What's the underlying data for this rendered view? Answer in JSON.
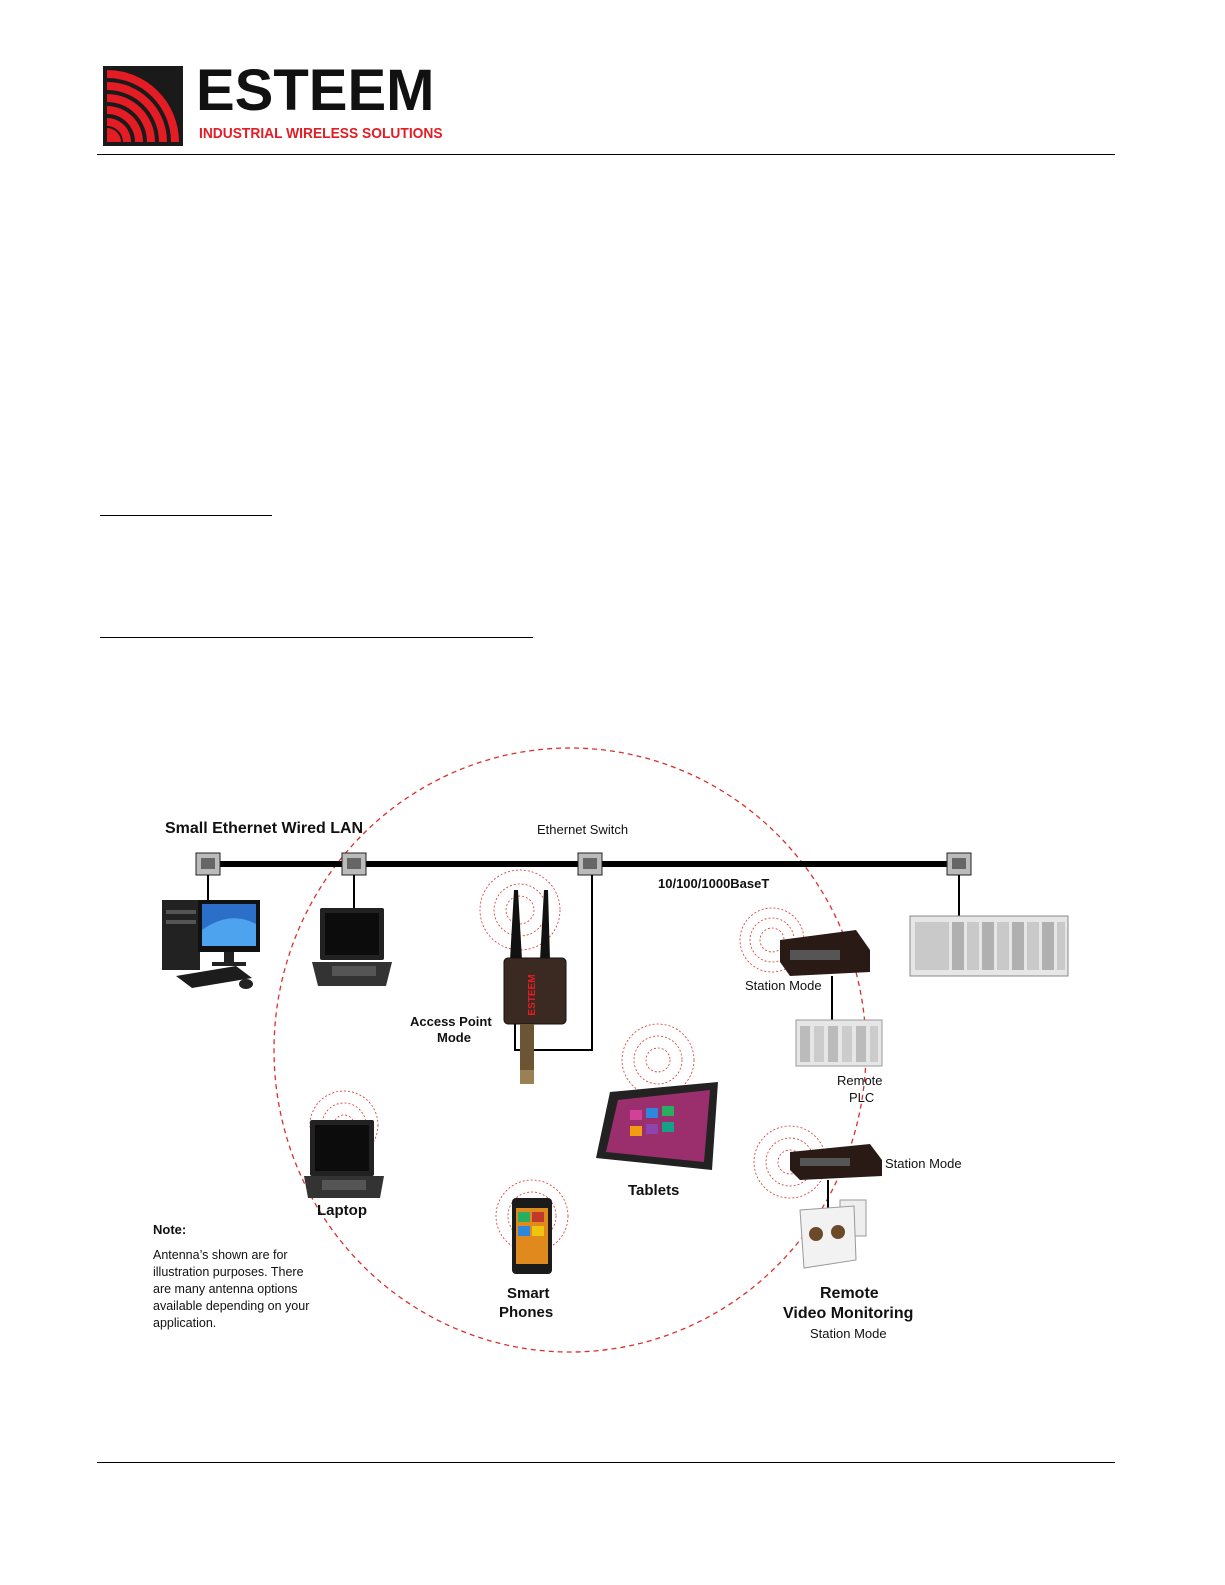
{
  "header": {
    "logo_word": "ESTEEM",
    "logo_tagline": "INDUSTRIAL WIRELESS SOLUTIONS",
    "brand_color": "#e41c24"
  },
  "diagram": {
    "lan_title": "Small Ethernet Wired LAN",
    "switch_label": "Ethernet Switch",
    "speed_label": "10/100/1000BaseT",
    "ap_label_1": "Access  Point",
    "ap_label_2": "Mode",
    "station_mode_1": "Station Mode",
    "remote_plc_1": "Remote",
    "remote_plc_2": "PLC",
    "tablets": "Tablets",
    "station_mode_2": "Station Mode",
    "laptop": "Laptop",
    "smart_phones_1": "Smart",
    "smart_phones_2": "Phones",
    "remote_video_1": "Remote",
    "remote_video_2": "Video Monitoring",
    "remote_video_3": "Station Mode",
    "note_title": "Note:",
    "note_lines": [
      "Antenna’s shown are for",
      "illustration purposes.  There",
      "are many antenna options",
      "available depending on your",
      "application."
    ],
    "ap_device_brand": "ESTEEM"
  }
}
